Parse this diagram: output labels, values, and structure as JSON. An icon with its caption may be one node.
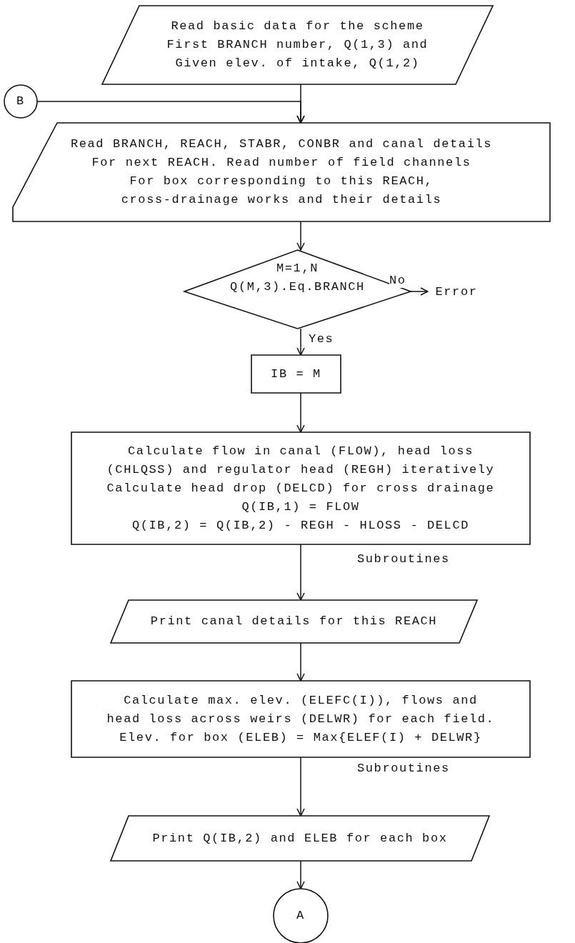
{
  "diagram": {
    "nodes": [
      {
        "text": [
          "Read basic data for the scheme",
          "First BRANCH number, Q(1,3) and",
          "Given elev. of intake, Q(1,2)"
        ]
      },
      {
        "text": [
          "B"
        ]
      },
      {
        "text": [
          "Read BRANCH, REACH, STABR, CONBR and canal details",
          "For next REACH. Read number of field channels",
          "For box corresponding to this REACH,",
          "cross-drainage works and their details"
        ]
      },
      {
        "text": [
          "M=1,N",
          "Q(M,3).Eq.BRANCH"
        ]
      },
      {
        "text": [
          "Error"
        ]
      },
      {
        "text": [
          "IB = M"
        ]
      },
      {
        "text": [
          "Calculate flow in canal (FLOW), head loss",
          "(CHLQSS) and regulator head (REGH) iteratively",
          "Calculate head drop (DELCD) for cross drainage",
          "Q(IB,1) = FLOW",
          "Q(IB,2) = Q(IB,2) - REGH - HLOSS - DELCD"
        ],
        "beside": [
          "Subroutines"
        ]
      },
      {
        "text": [
          "Print canal details for this REACH"
        ]
      },
      {
        "text": [
          "Calculate max. elev. (ELEFC(I)), flows and",
          "head loss across weirs (DELWR) for each field.",
          "Elev. for box (ELEB) = Max{ELEF(I) + DELWR}"
        ],
        "beside": [
          "Subroutines"
        ]
      },
      {
        "text": [
          "Print Q(IB,2) and ELEB for each box"
        ]
      },
      {
        "text": [
          "A"
        ]
      }
    ],
    "edges": [
      {
        "from": 0,
        "to": 2,
        "arrow": "to"
      },
      {
        "from": 1,
        "to": 2,
        "arrow": "to"
      },
      {
        "from": 2,
        "to": 3,
        "arrow": "to"
      },
      {
        "from": 3,
        "to": 4,
        "arrow": "to",
        "label": "No"
      },
      {
        "from": 3,
        "to": 5,
        "arrow": "to",
        "label": "Yes"
      },
      {
        "from": 5,
        "to": 6,
        "arrow": "to"
      },
      {
        "from": 6,
        "to": 7,
        "arrow": "to"
      },
      {
        "from": 7,
        "to": 8,
        "arrow": "to"
      },
      {
        "from": 8,
        "to": 9,
        "arrow": "to"
      },
      {
        "from": 9,
        "to": 10,
        "arrow": "to"
      }
    ]
  }
}
